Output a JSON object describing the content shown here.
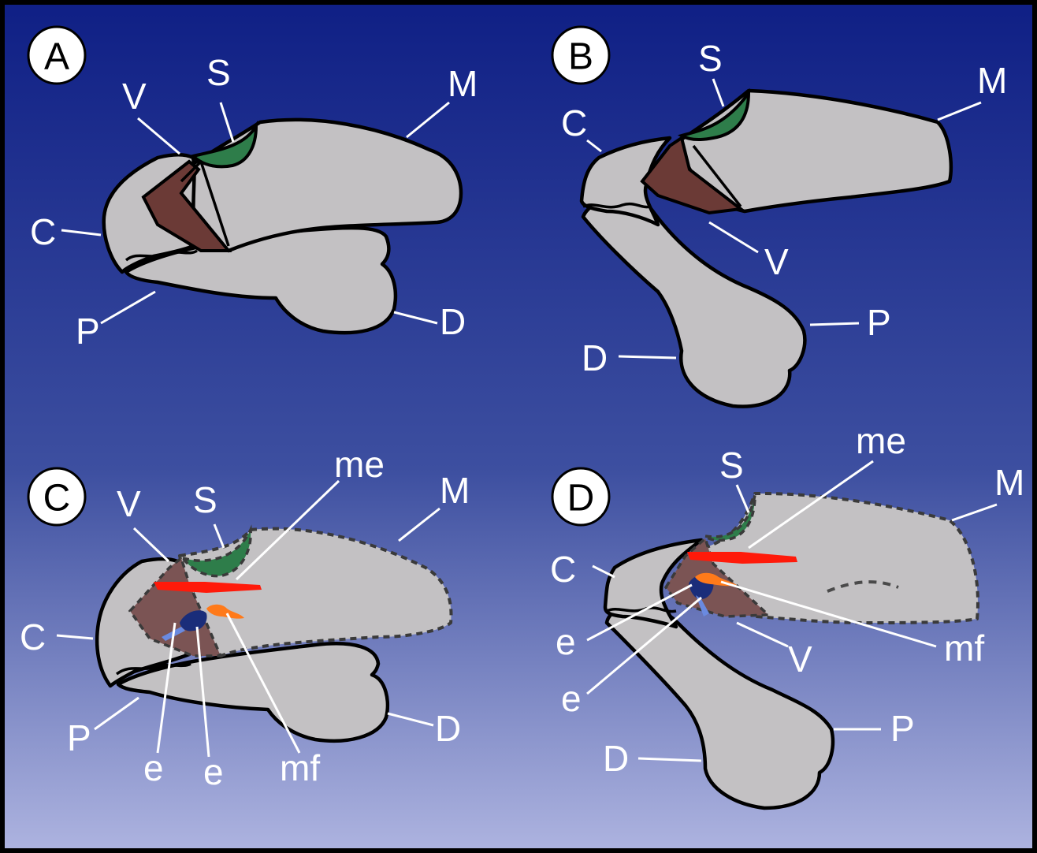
{
  "colors": {
    "background_top": "#0f1f85",
    "background_mid": "#3d4fa0",
    "background_bottom": "#aeb4e0",
    "bone": "#c3c1c3",
    "squamosal": "#2e7d4a",
    "vomer": "#6b3a36",
    "me": "#ff1a0a",
    "mf": "#ff7a1a",
    "e_dark": "#1a2d7a",
    "e_light": "#6a8ae0"
  },
  "panels": {
    "A": {
      "badge": "A",
      "labels": {
        "S": "S",
        "V": "V",
        "M": "M",
        "C": "C",
        "P": "P",
        "D": "D"
      }
    },
    "B": {
      "badge": "B",
      "labels": {
        "S": "S",
        "M": "M",
        "C": "C",
        "V": "V",
        "P": "P",
        "D": "D"
      }
    },
    "C": {
      "badge": "C",
      "labels": {
        "V": "V",
        "S": "S",
        "me": "me",
        "M": "M",
        "C": "C",
        "P": "P",
        "D": "D",
        "e1": "e",
        "e2": "e",
        "mf": "mf"
      }
    },
    "D": {
      "badge": "D",
      "labels": {
        "S": "S",
        "me": "me",
        "M": "M",
        "C": "C",
        "e1": "e",
        "e2": "e",
        "mf": "mf",
        "V": "V",
        "P": "P",
        "D": "D"
      }
    }
  }
}
